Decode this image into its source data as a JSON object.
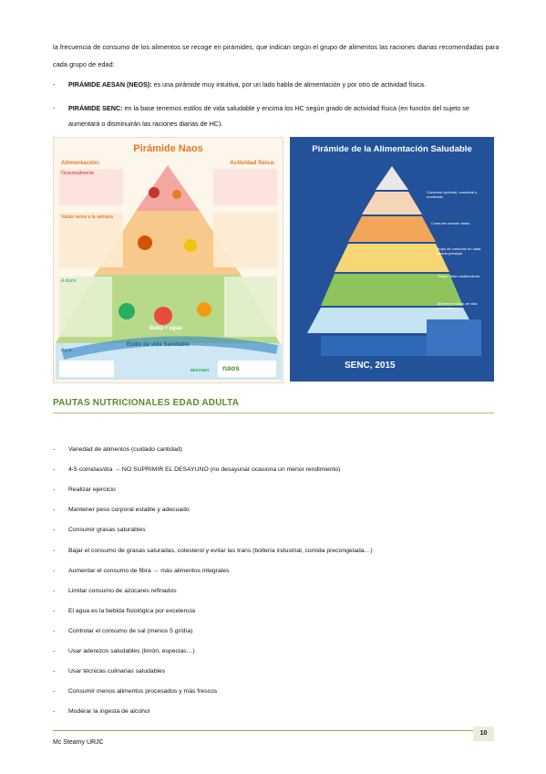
{
  "intro": "la frecuencia de consumo de los alimentos se recoge en pirámides, que indican según el grupo de alimentos las raciones diarias recomendadas para cada grupo de edad:",
  "pyramids_list": [
    {
      "title": "PIRÁMIDE AESAN (NEOS):",
      "text": " es una pirámide muy intuitiva, por un lado habla de alimentación y por otro de actividad física."
    },
    {
      "title": "PIRÁMIDE SENC:",
      "text": " en la base tenemos estilos de vida saludable y encima los HC según grado de actividad física (en función del sujeto se aumentará o disminuirán las raciones diarias de HC)."
    }
  ],
  "naos": {
    "title": "Pirámide Naos",
    "left_label": "Alimentación:",
    "right_label": "Actividad física:",
    "levels": [
      "Ocasionalmente",
      "Varias veces a la semana",
      "A diario"
    ],
    "bottom": [
      "Beba + agua",
      "Estilo de vida Saludable"
    ],
    "water": "Agua",
    "brand": "naos",
    "org": "aecosan"
  },
  "senc": {
    "title": "Pirámide de la Alimentación Saludable",
    "year": "SENC, 2015",
    "levels": [
      "Consumo opcional, ocasional y moderado",
      "Consumo variado diario",
      "Grupo de consumo en cada comida principal",
      "Seguir dieta mediterránea",
      "Mantener estilos de vida saludables"
    ]
  },
  "section_title": "PAUTAS NUTRICIONALES EDAD ADULTA",
  "guidelines": [
    "Variedad de alimentos (cuidado cantidad)",
    "4-5 comidas/día → NO SUPRIMIR EL DESAYUNO (no desayunar ocasiona un menor rendimiento)",
    "Realizar ejercicio",
    "Mantener peso corporal estable y adecuado",
    "Consumir grasas saturables",
    "Bajar el consumo de grasas saturadas, colesterol y evitar las trans (bollería industrial, comida precongelada…)",
    "Aumentar el consumo de fibra → más alimentos integrales",
    "Limitar consumo de azúcares refinados",
    "El agua es la bebida fisiológica por excelencia",
    "Controlar el consumo de sal (menos 5 gr/día)",
    "Usar aderezos saludables (limón, especias…)",
    "Usar técnicas culinarias saludables",
    "Consumir menos alimentos procesados y más frescos",
    "Moderar la ingesta de alcohol"
  ],
  "footer": {
    "author": "Mc Steamy URJC",
    "page": "10"
  }
}
